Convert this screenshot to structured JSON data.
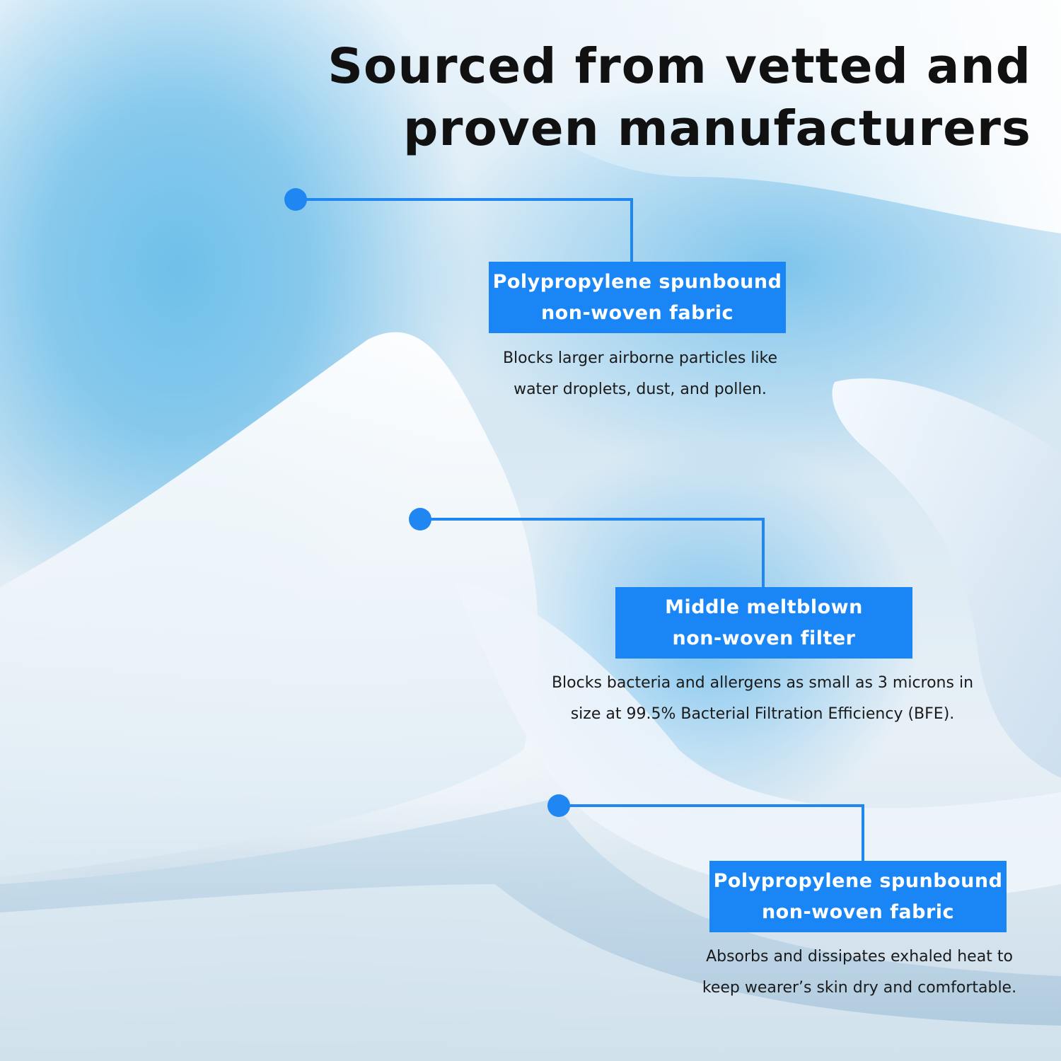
{
  "title": {
    "line1": "Sourced from vetted and",
    "line2": "proven manufacturers"
  },
  "accent_color": "#1f86f2",
  "layers": [
    {
      "label_line1": "Polypropylene spunbound",
      "label_line2": "non-woven fabric",
      "desc_line1": "Blocks larger airborne particles like",
      "desc_line2": "water droplets, dust, and pollen."
    },
    {
      "label_line1": "Middle meltblown",
      "label_line2": "non-woven filter",
      "desc_line1": "Blocks bacteria and allergens as small as 3 microns in",
      "desc_line2": "size at 99.5% Bacterial Filtration Efficiency (BFE)."
    },
    {
      "label_line1": "Polypropylene spunbound",
      "label_line2": "non-woven fabric",
      "desc_line1": "Absorbs and dissipates exhaled heat to",
      "desc_line2": "keep wearer’s skin dry and comfortable."
    }
  ]
}
